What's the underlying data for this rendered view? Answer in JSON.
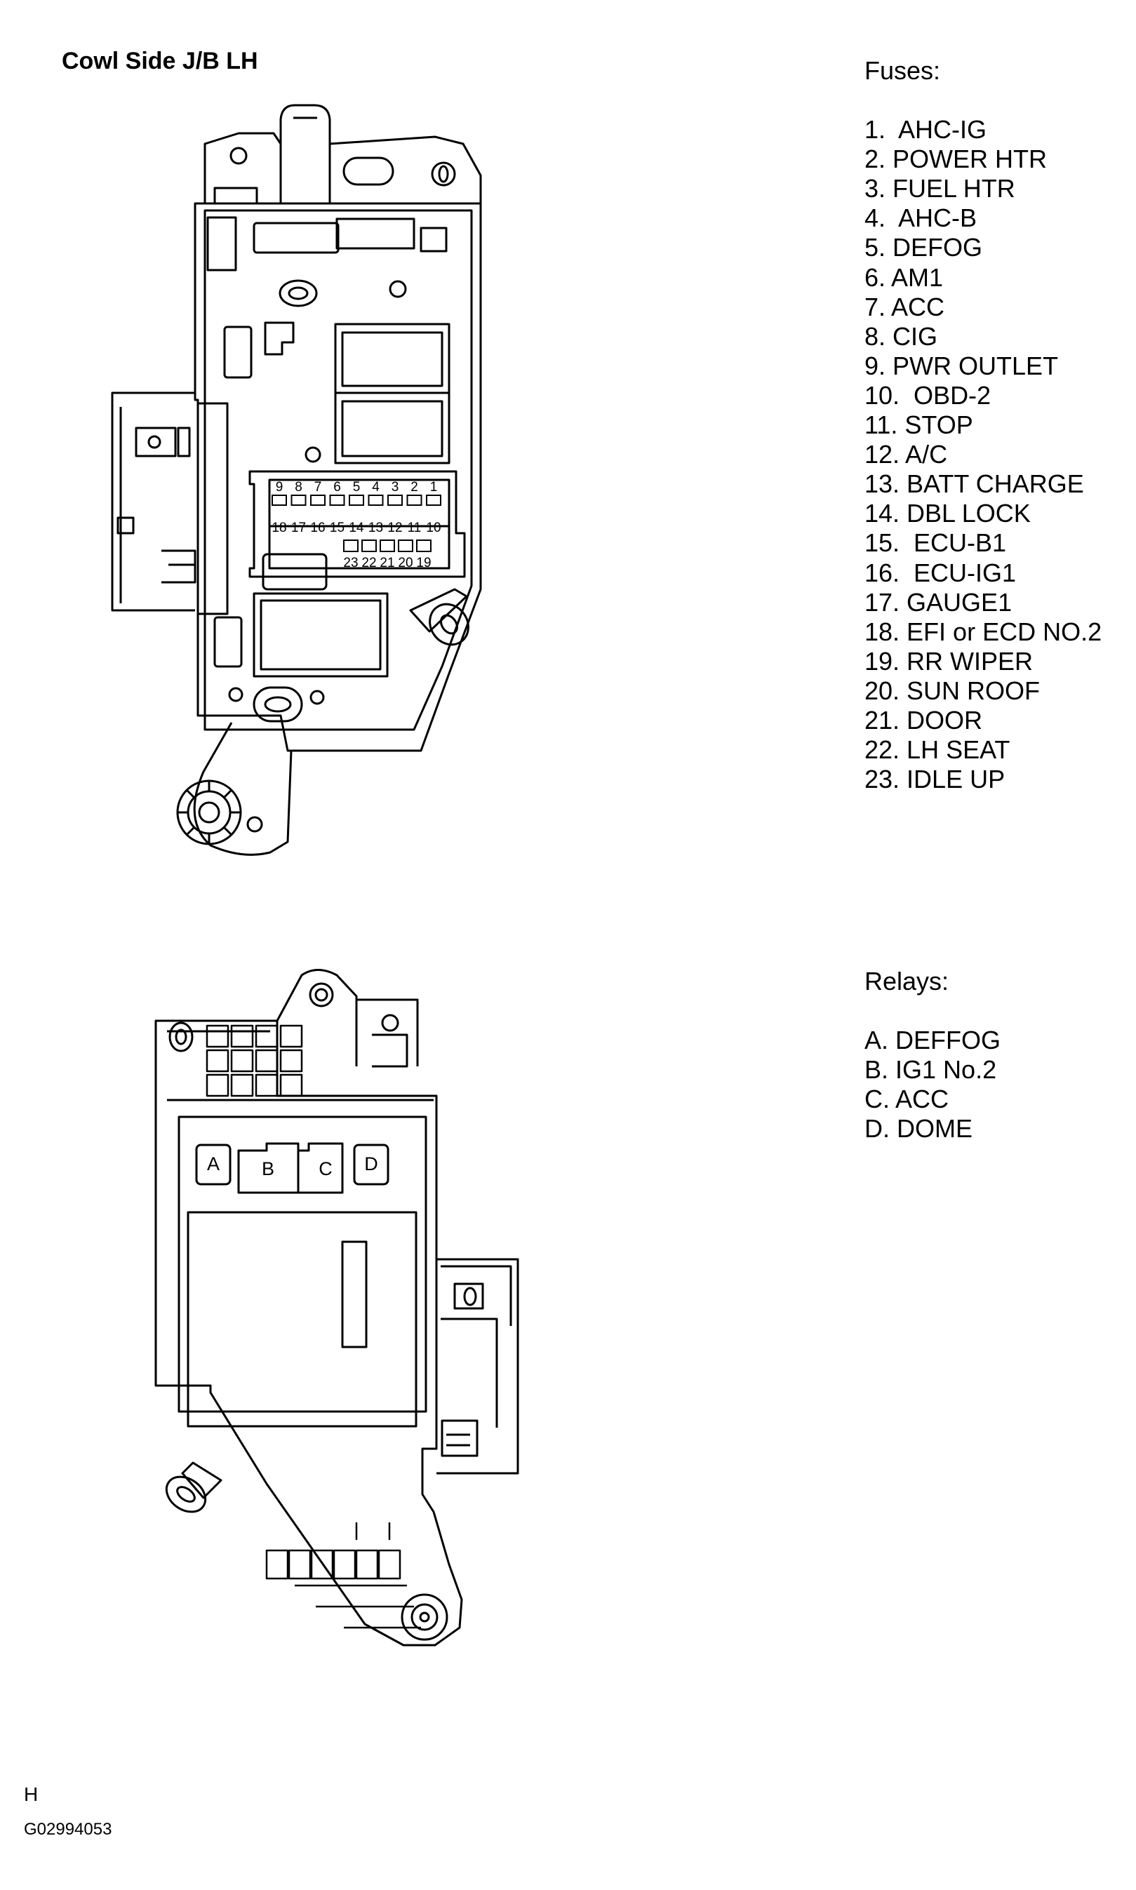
{
  "title": "Cowl Side J/B LH",
  "fuses": {
    "heading": "Fuses:",
    "items": [
      "1.  AHC-IG",
      "2. POWER HTR",
      "3. FUEL HTR",
      "4.  AHC-B",
      "5. DEFOG",
      "6. AM1",
      "7. ACC",
      "8. CIG",
      "9. PWR OUTLET",
      "10.  OBD-2",
      "11. STOP",
      "12. A/C",
      "13. BATT CHARGE",
      "14. DBL LOCK",
      "15.  ECU-B1",
      "16.  ECU-IG1",
      "17. GAUGE1",
      "18. EFI or ECD NO.2",
      "19. RR WIPER",
      "20. SUN ROOF",
      "21. DOOR",
      "22. LH SEAT",
      "23. IDLE UP"
    ]
  },
  "relays": {
    "heading": "Relays:",
    "items": [
      "A. DEFFOG",
      "B. IG1 No.2",
      "C. ACC",
      "D. DOME"
    ]
  },
  "diagram": {
    "fuse_numbers_top": [
      "9",
      "8",
      "7",
      "6",
      "5",
      "4",
      "3",
      "2",
      "1"
    ],
    "fuse_numbers_middle": [
      "18",
      "17",
      "16",
      "15",
      "14",
      "13",
      "12",
      "11",
      "10"
    ],
    "fuse_numbers_bottom": [
      "23",
      "22",
      "21",
      "20",
      "19"
    ],
    "relay_labels": [
      "A",
      "B",
      "C",
      "D"
    ]
  },
  "footer": {
    "code": "H",
    "id": "G02994053"
  }
}
